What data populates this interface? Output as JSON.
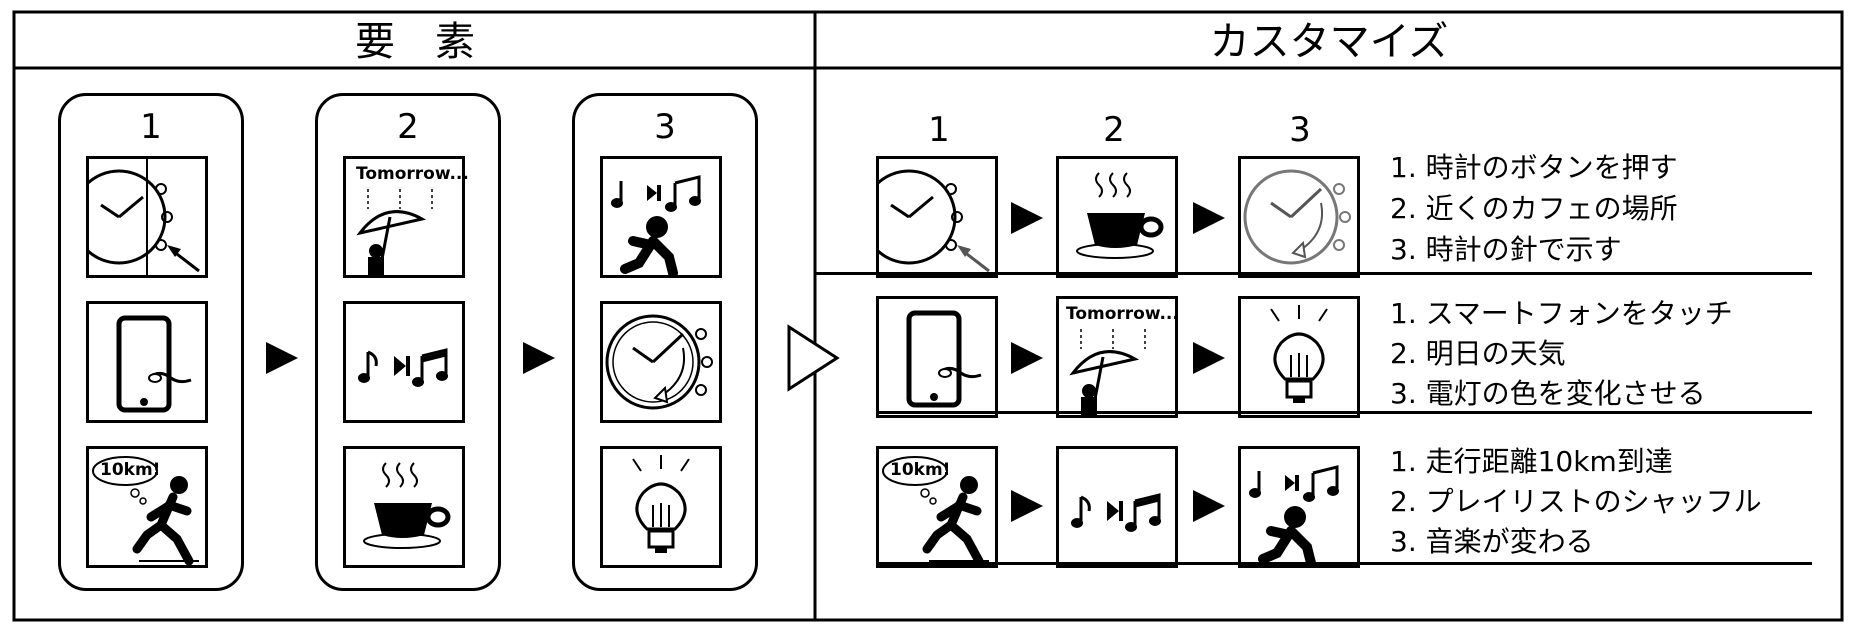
{
  "headers": {
    "left": "要　素",
    "right": "カスタマイズ"
  },
  "elements": {
    "columns": [
      {
        "number": "1",
        "tiles": [
          {
            "icon": "watch-button-icon"
          },
          {
            "icon": "smartphone-touch-icon"
          },
          {
            "icon": "runner-10km-icon",
            "label": "10km!"
          }
        ]
      },
      {
        "number": "2",
        "tiles": [
          {
            "icon": "weather-umbrella-icon",
            "label": "Tomorrow..."
          },
          {
            "icon": "music-shuffle-icon"
          },
          {
            "icon": "coffee-cup-icon"
          }
        ]
      },
      {
        "number": "3",
        "tiles": [
          {
            "icon": "music-runner-icon"
          },
          {
            "icon": "watch-hand-rotate-icon"
          },
          {
            "icon": "light-bulb-icon"
          }
        ]
      }
    ]
  },
  "customize": {
    "columns": [
      "1",
      "2",
      "3"
    ],
    "rows": [
      {
        "icons": [
          "watch-button-icon",
          "coffee-cup-icon",
          "watch-hand-rotate-icon"
        ],
        "steps": [
          "1.  時計のボタンを押す",
          "2. 近くのカフェの場所",
          "3. 時計の針で示す"
        ]
      },
      {
        "icons": [
          "smartphone-touch-icon",
          "weather-umbrella-icon",
          "light-bulb-icon"
        ],
        "label": "Tomorrow...",
        "steps": [
          "1.  スマートフォンをタッチ",
          "2. 明日の天気",
          "3. 電灯の色を変化させる"
        ]
      },
      {
        "icons": [
          "runner-10km-icon",
          "music-shuffle-icon",
          "music-runner-icon"
        ],
        "label": "10km!",
        "steps": [
          "1.  走行距離10km到達",
          "2. プレイリストのシャッフル",
          "3. 音楽が変わる"
        ]
      }
    ]
  }
}
